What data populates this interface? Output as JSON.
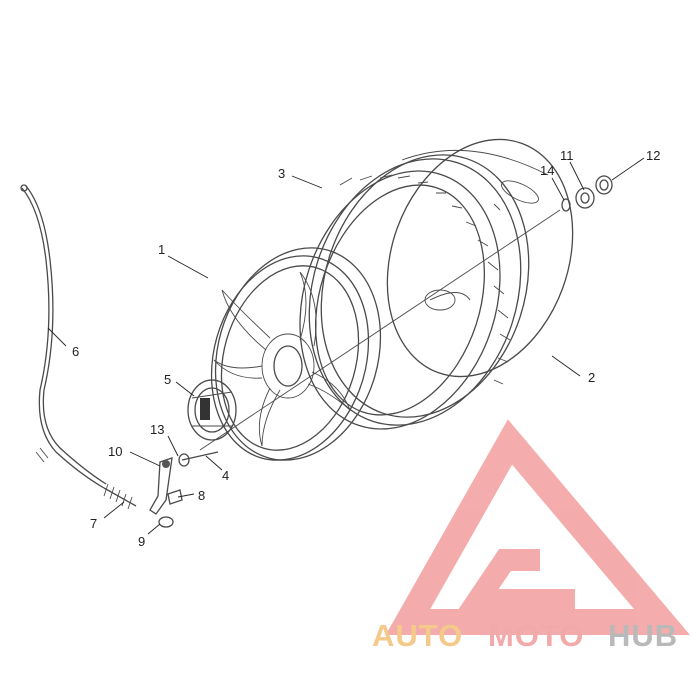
{
  "callouts": {
    "c1": "1",
    "c2": "2",
    "c3": "3",
    "c4": "4",
    "c5": "5",
    "c6": "6",
    "c7": "7",
    "c8": "8",
    "c9": "9",
    "c10": "10",
    "c11": "11",
    "c12": "12",
    "c13": "13",
    "c14": "14"
  },
  "watermark": {
    "part1": "AUTO",
    "part2": "MOTO",
    "part3": "HUB",
    "colors": {
      "auto": "#f5c98a",
      "moto": "#f2a9a9",
      "hub": "#b9b9b9",
      "logo": "#f29d9d"
    }
  }
}
